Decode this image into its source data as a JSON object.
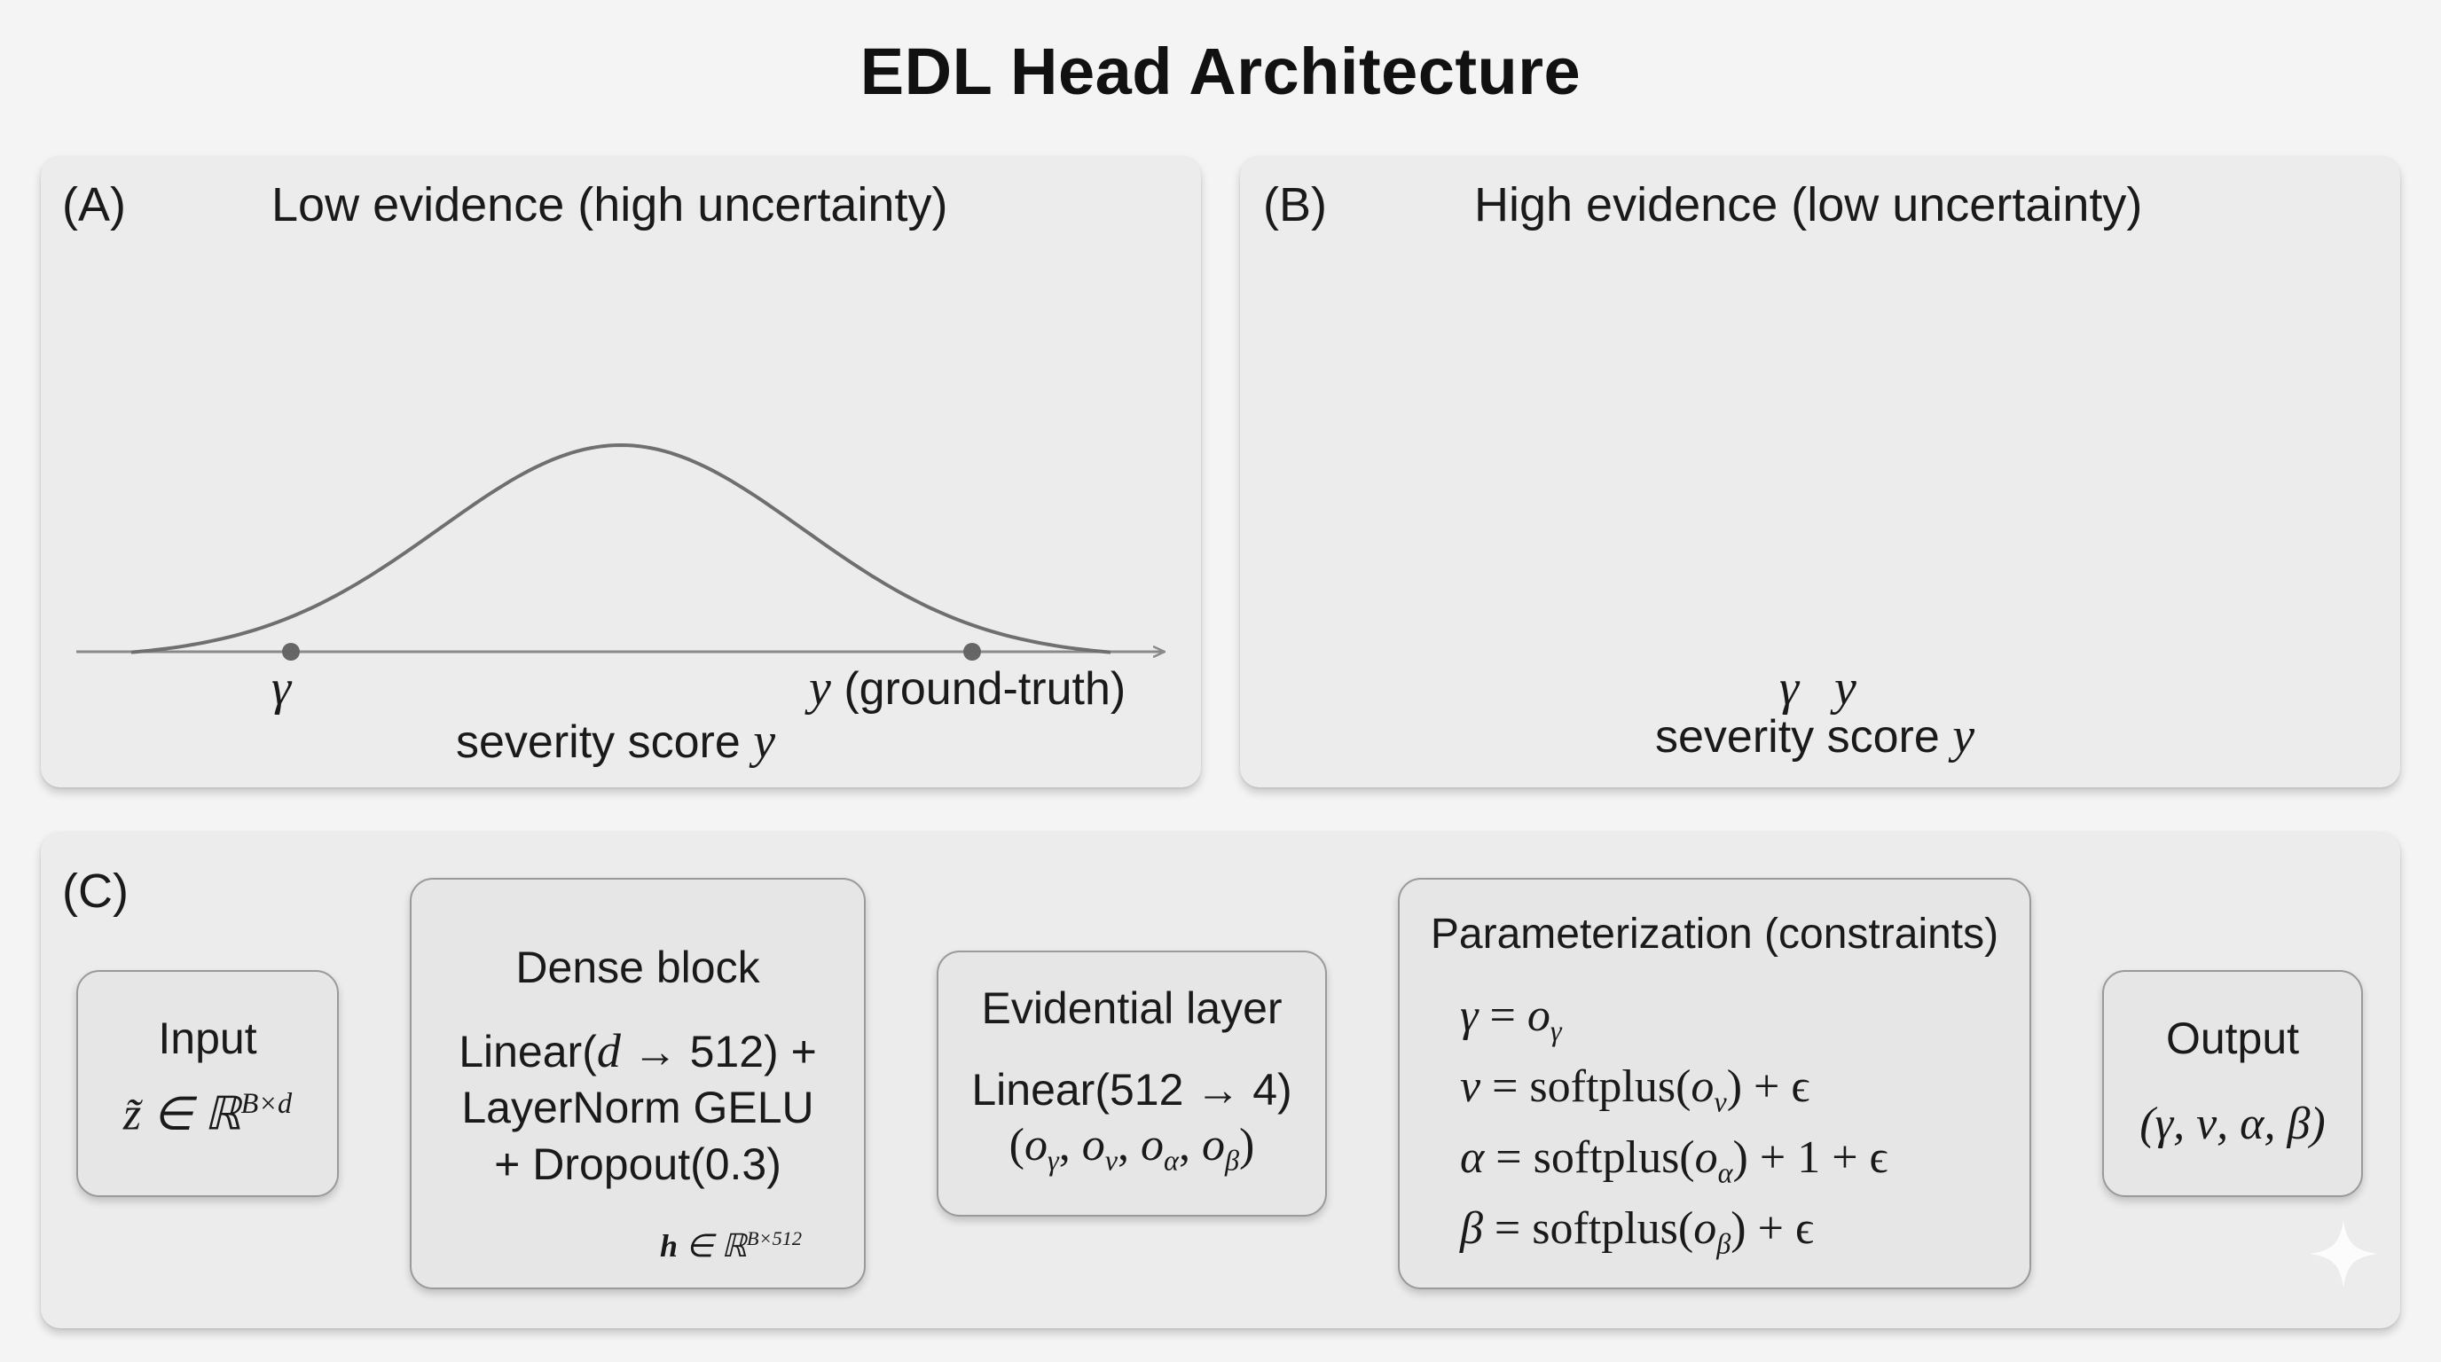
{
  "title": "EDL Head Architecture",
  "panel_a": {
    "label": "(A)",
    "title": "Low evidence (high uncertainty)",
    "marker_gamma": "γ",
    "marker_y": "y",
    "marker_y_suffix": "(ground-truth)",
    "axis_label": "severity score",
    "axis_label_var": "y"
  },
  "panel_b": {
    "label": "(B)",
    "title": "High evidence (low uncertainty)",
    "marker_gamma": "γ",
    "marker_y": "y",
    "axis_label": "severity score",
    "axis_label_var": "y"
  },
  "panel_c": {
    "label": "(C)",
    "input": {
      "title": "Input",
      "formula": "z̃ ∈ ℝ",
      "formula_sup": "B×d"
    },
    "dense": {
      "title": "Dense block",
      "line1_pre": "Linear(",
      "line1_var": "d",
      "line1_post": " → 512) +",
      "line2": "LayerNorm GELU",
      "line3": "+ Dropout(0.3)",
      "output_var": "h",
      "output_mid": " ∈ ℝ",
      "output_sup": "B×512"
    },
    "evidential": {
      "title": "Evidential layer",
      "line1": "Linear(512 → 4)",
      "line2_sym": [
        "o",
        "γ",
        "o",
        "ν",
        "o",
        "α",
        "o",
        "β"
      ]
    },
    "param": {
      "title": "Parameterization (constraints)",
      "eq1_lhs": "γ",
      "eq1_rhs_var": "o",
      "eq1_rhs_sub": "γ",
      "eq2_lhs": "ν",
      "eq2_sub": "ν",
      "eq2_tail": ") + ϵ",
      "eq3_lhs": "α",
      "eq3_sub": "α",
      "eq3_tail": ") + 1 + ϵ",
      "eq4_lhs": "β",
      "eq4_sub": "β",
      "eq4_tail": ") + ϵ",
      "softplus": "softplus(",
      "equals": " = ",
      "o": "o"
    },
    "output": {
      "title": "Output",
      "formula": "(γ, ν, α, β)"
    }
  },
  "colors": {
    "curve": "#6f6f6f",
    "axis": "#8a8a8a",
    "marker": "#666666",
    "arrow": "#9a9a9a"
  }
}
